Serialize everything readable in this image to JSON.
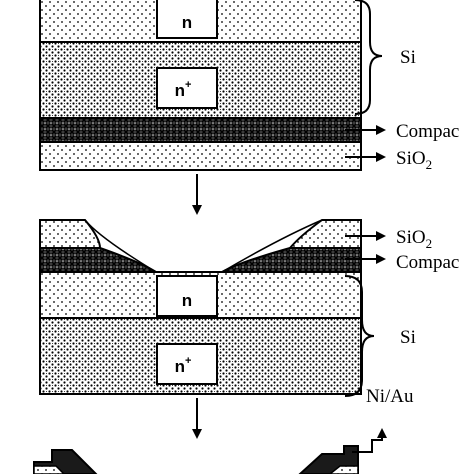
{
  "top_stack": {
    "n_box": "n",
    "n_plus_box": "n",
    "n_plus_sup": "+",
    "label_si": "Si",
    "label_compact": "Compac",
    "label_sio2_main": "SiO",
    "label_sio2_sub": "2"
  },
  "middle_stack": {
    "label_sio2_main": "SiO",
    "label_sio2_sub": "2",
    "label_compact": "Compac",
    "n_box": "n",
    "n_plus_box": "n",
    "n_plus_sup": "+",
    "label_si": "Si",
    "label_niau": "Ni/Au"
  },
  "colors": {
    "line": "#000000",
    "compact_fill": "#2a2a2a"
  }
}
